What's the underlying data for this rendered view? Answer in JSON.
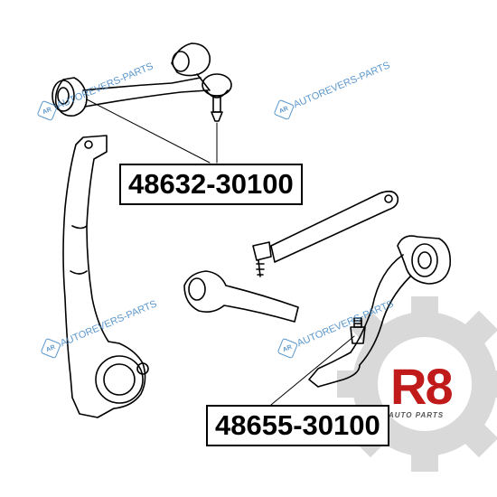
{
  "parts": {
    "upper_arm_number": "48632-30100",
    "lower_arm_number": "48655-30100"
  },
  "watermark": {
    "text": "AUTOREVERS-PARTS",
    "icon_text": "AR",
    "color": "#3f86c4"
  },
  "logo": {
    "mark": "R8",
    "subtitle": "AUTO PARTS",
    "color": "#c01a1a"
  }
}
